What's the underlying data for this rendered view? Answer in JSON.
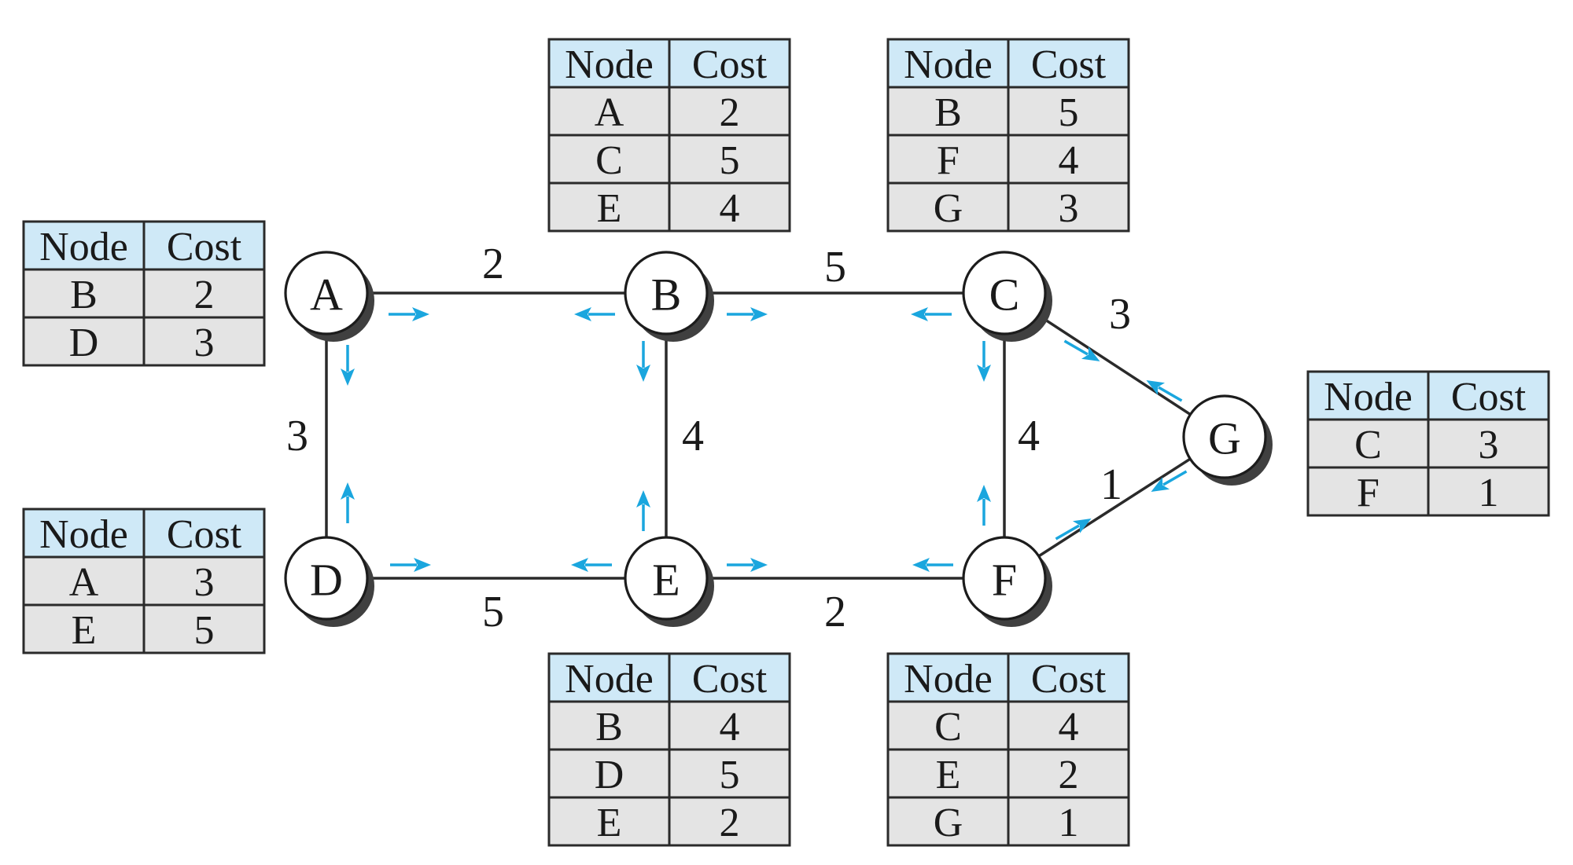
{
  "colors": {
    "edge": "#2a2a2a",
    "arrow": "#1aa6de",
    "table_header": "#cfe9f7",
    "table_cell": "#e4e4e4",
    "node_fill": "#ffffff",
    "node_shadow": "#404040"
  },
  "nodes": [
    "A",
    "B",
    "C",
    "D",
    "E",
    "F",
    "G"
  ],
  "edges": [
    {
      "from": "A",
      "to": "B",
      "weight": "2"
    },
    {
      "from": "B",
      "to": "C",
      "weight": "5"
    },
    {
      "from": "A",
      "to": "D",
      "weight": "3"
    },
    {
      "from": "B",
      "to": "E",
      "weight": "4"
    },
    {
      "from": "C",
      "to": "F",
      "weight": "4"
    },
    {
      "from": "D",
      "to": "E",
      "weight": "5"
    },
    {
      "from": "E",
      "to": "F",
      "weight": "2"
    },
    {
      "from": "C",
      "to": "G",
      "weight": "3"
    },
    {
      "from": "F",
      "to": "G",
      "weight": "1"
    }
  ],
  "table_headers": {
    "node": "Node",
    "cost": "Cost"
  },
  "tables": [
    {
      "owner": "A",
      "rows": [
        {
          "node": "B",
          "cost": "2"
        },
        {
          "node": "D",
          "cost": "3"
        }
      ]
    },
    {
      "owner": "B",
      "rows": [
        {
          "node": "A",
          "cost": "2"
        },
        {
          "node": "C",
          "cost": "5"
        },
        {
          "node": "E",
          "cost": "4"
        }
      ]
    },
    {
      "owner": "C",
      "rows": [
        {
          "node": "B",
          "cost": "5"
        },
        {
          "node": "F",
          "cost": "4"
        },
        {
          "node": "G",
          "cost": "3"
        }
      ]
    },
    {
      "owner": "D",
      "rows": [
        {
          "node": "A",
          "cost": "3"
        },
        {
          "node": "E",
          "cost": "5"
        }
      ]
    },
    {
      "owner": "E",
      "rows": [
        {
          "node": "B",
          "cost": "4"
        },
        {
          "node": "D",
          "cost": "5"
        },
        {
          "node": "E",
          "cost": "2"
        }
      ]
    },
    {
      "owner": "F",
      "rows": [
        {
          "node": "C",
          "cost": "4"
        },
        {
          "node": "E",
          "cost": "2"
        },
        {
          "node": "G",
          "cost": "1"
        }
      ]
    },
    {
      "owner": "G",
      "rows": [
        {
          "node": "C",
          "cost": "3"
        },
        {
          "node": "F",
          "cost": "1"
        }
      ]
    }
  ]
}
